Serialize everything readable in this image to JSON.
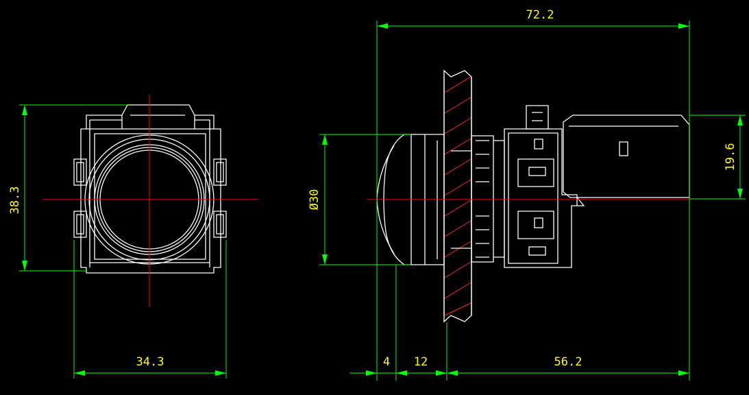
{
  "dimensions": {
    "front_height": "38.3",
    "front_width": "34.3",
    "overall_length": "72.2",
    "bezel_diameter": "Ø30",
    "lens_depth": "4",
    "panel_thickness": "12",
    "rear_length": "56.2",
    "rear_height": "19.6"
  },
  "colors": {
    "background": "#000000",
    "outline": "#ffffff",
    "dimension_lines": "#00ff00",
    "dimension_text": "#ffff00",
    "center_lines": "#ff0000"
  }
}
